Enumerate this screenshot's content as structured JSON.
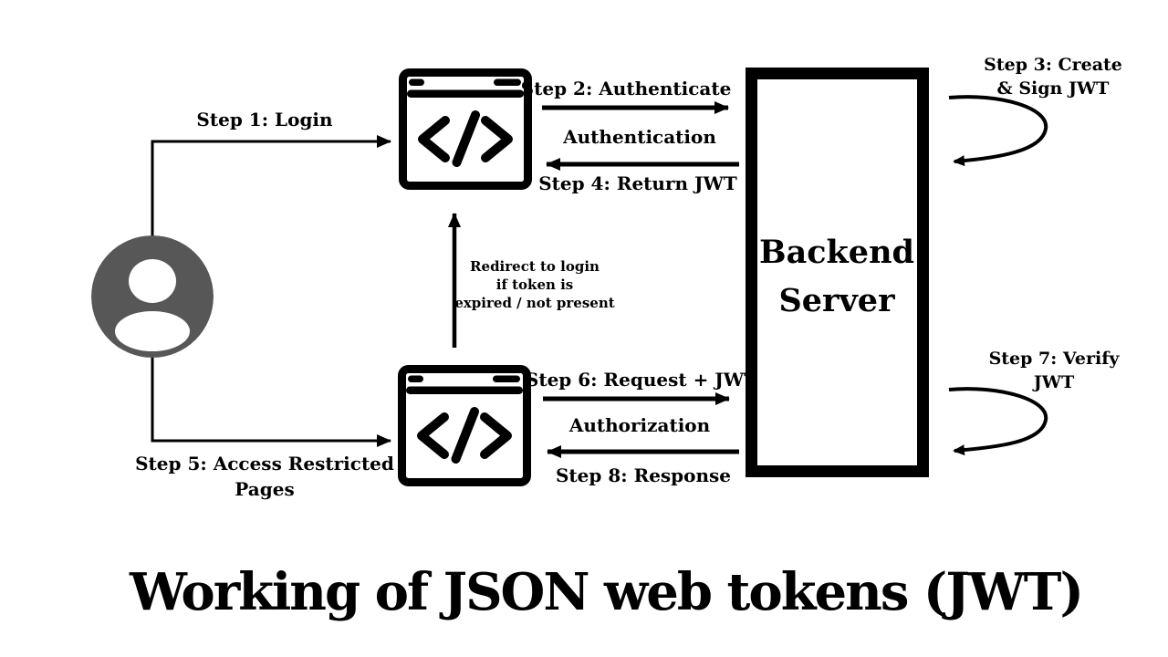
{
  "title": "Working of JSON web tokens (JWT)",
  "colors": {
    "background": "#ffffff",
    "ink": "#000000",
    "user_gray": "#575757"
  },
  "nodes": {
    "user": {
      "icon": "user-avatar-icon"
    },
    "client_top": {
      "icon": "code-browser-icon"
    },
    "client_bottom": {
      "icon": "code-browser-icon"
    },
    "server": {
      "label": "Backend Server"
    }
  },
  "labels": {
    "step1": "Step 1: Login",
    "step2": "Step 2: Authenticate",
    "authentication": "Authentication",
    "step4": "Step 4: Return JWT",
    "step3_lines": [
      "Step 3: Create",
      "& Sign JWT"
    ],
    "redirect_lines": [
      "Redirect to login",
      "if token is",
      "expired / not present"
    ],
    "step5_lines": [
      "Step 5: Access Restricted",
      "Pages"
    ],
    "step6": "Step 6: Request + JWT",
    "authorization": "Authorization",
    "step8": "Step 8: Response",
    "step7_lines": [
      "Step 7: Verify",
      "JWT"
    ]
  }
}
